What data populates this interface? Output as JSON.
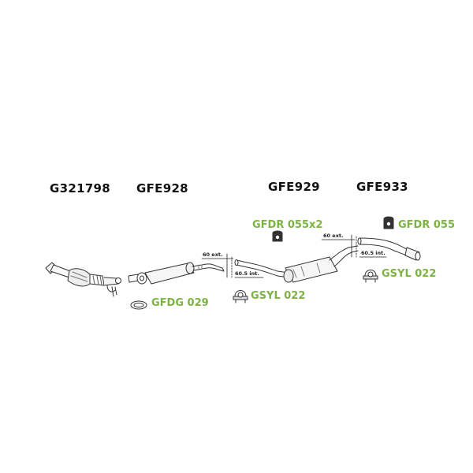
{
  "parts": {
    "g321798": "G321798",
    "gfe928": "GFE928",
    "gfe929": "GFE929",
    "gfe933": "GFE933"
  },
  "accessories": {
    "gfdr_055x2": "GFDR 055x2",
    "gfdr_055": "GFDR 055",
    "gfdg_029": "GFDG 029",
    "gsyl_022_left": "GSYL 022",
    "gsyl_022_right": "GSYL 022"
  },
  "dimensions": {
    "ext_left": "60 ext.",
    "int_left": "60.5 int.",
    "ext_right": "60 ext.",
    "int_right": "60.5 int."
  },
  "colors": {
    "part_code": "#111111",
    "accessory_code": "#7cb342",
    "line": "#333333"
  }
}
